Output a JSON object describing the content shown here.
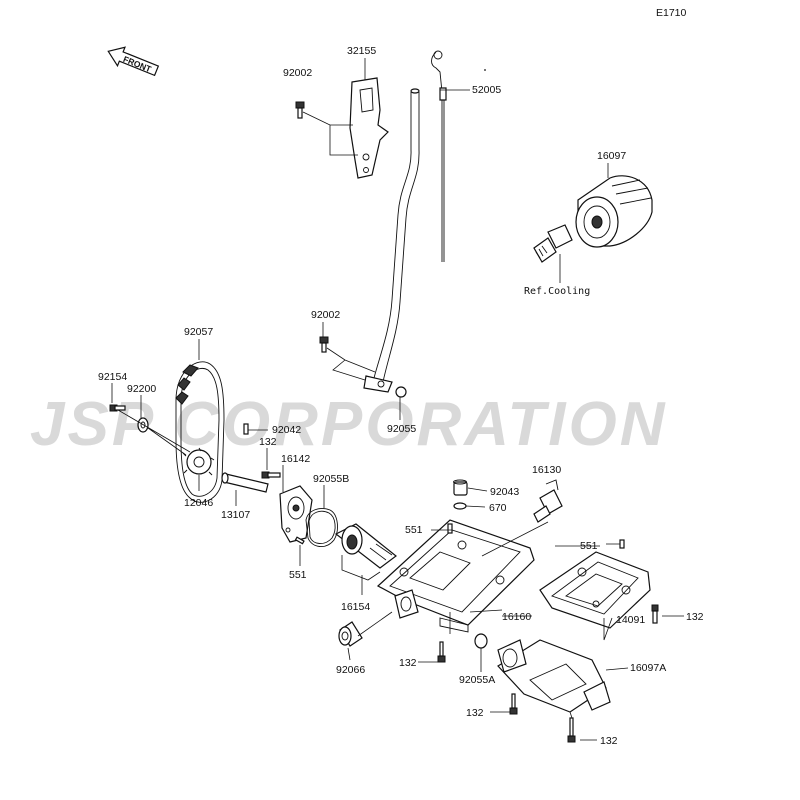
{
  "diagram_code": "E1710",
  "front_label": "FRONT",
  "watermark": "JSP CORPORATION",
  "ref_note": "Ref.Cooling",
  "labels": [
    {
      "id": "p32155",
      "text": "32155"
    },
    {
      "id": "p92002a",
      "text": "92002"
    },
    {
      "id": "p52005",
      "text": "52005"
    },
    {
      "id": "p16097",
      "text": "16097"
    },
    {
      "id": "p92002b",
      "text": "92002"
    },
    {
      "id": "p92055",
      "text": "92055"
    },
    {
      "id": "p92057",
      "text": "92057"
    },
    {
      "id": "p92154",
      "text": "92154"
    },
    {
      "id": "p92200",
      "text": "92200"
    },
    {
      "id": "p92042",
      "text": "92042"
    },
    {
      "id": "p132a",
      "text": "132"
    },
    {
      "id": "p16142",
      "text": "16142"
    },
    {
      "id": "p92055B",
      "text": "92055B"
    },
    {
      "id": "p12046",
      "text": "12046"
    },
    {
      "id": "p13107",
      "text": "13107"
    },
    {
      "id": "p551a",
      "text": "551"
    },
    {
      "id": "p16130",
      "text": "16130"
    },
    {
      "id": "p92043",
      "text": "92043"
    },
    {
      "id": "p670",
      "text": "670"
    },
    {
      "id": "p551b",
      "text": "551"
    },
    {
      "id": "p551c",
      "text": "551"
    },
    {
      "id": "p16154",
      "text": "16154"
    },
    {
      "id": "p16160",
      "text": "16160"
    },
    {
      "id": "p132b",
      "text": "132"
    },
    {
      "id": "p14091",
      "text": "14091"
    },
    {
      "id": "p92066",
      "text": "92066"
    },
    {
      "id": "p132c",
      "text": "132"
    },
    {
      "id": "p92055A",
      "text": "92055A"
    },
    {
      "id": "p16097A",
      "text": "16097A"
    },
    {
      "id": "p132d",
      "text": "132"
    },
    {
      "id": "p132e",
      "text": "132"
    }
  ]
}
